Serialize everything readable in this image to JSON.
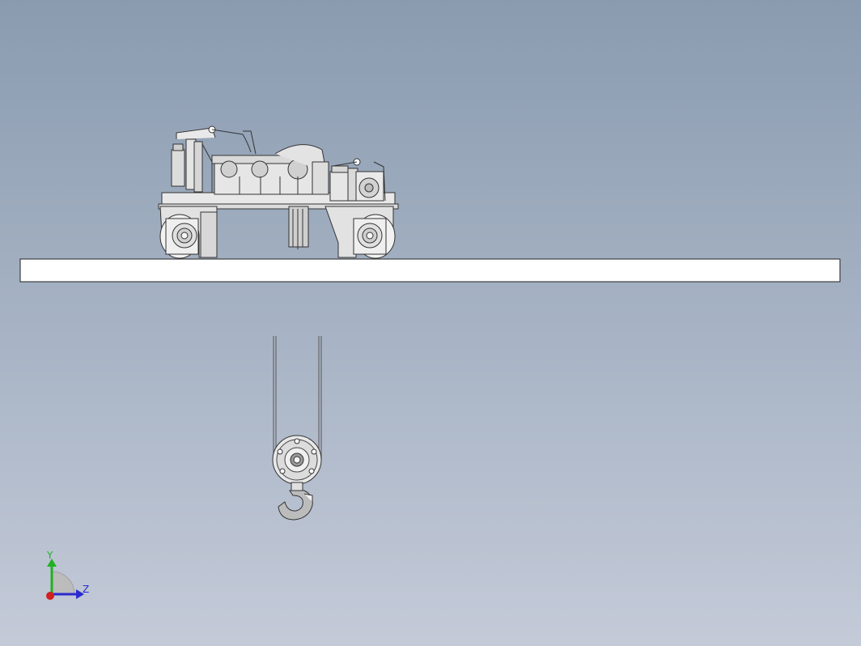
{
  "axes": {
    "y_label": "Y",
    "z_label": "Z",
    "colors": {
      "y": "#22b022",
      "z": "#2a2ad0",
      "x": "#d02020"
    }
  },
  "scene": {
    "background_top": "#8a9bb0",
    "background_bottom": "#c4cad8",
    "components": [
      "crane-trolley",
      "winch-motor",
      "gear-reducer",
      "rope-drum",
      "trolley-wheels",
      "girder-rail",
      "wire-ropes",
      "hook-block-pulley",
      "crane-hook"
    ]
  }
}
